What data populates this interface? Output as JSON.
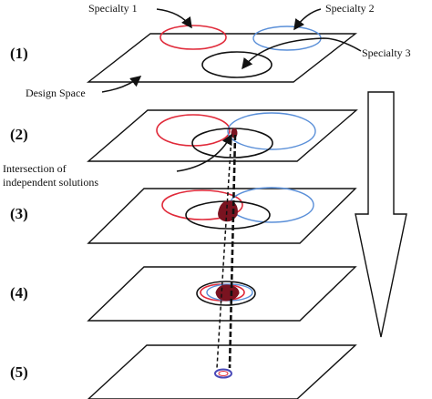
{
  "steps": [
    "(1)",
    "(2)",
    "(3)",
    "(4)",
    "(5)"
  ],
  "labels": {
    "specialty1": "Specialty 1",
    "specialty2": "Specialty 2",
    "specialty3": "Specialty 3",
    "design_space": "Design Space",
    "intersection_line1": "Intersection of",
    "intersection_line2": "independent solutions"
  },
  "colors": {
    "specialty1": "#e02a3a",
    "specialty2": "#5a8fd8",
    "specialty3": "#111111",
    "solution": "#7a1320",
    "small_region": "#4a4ab8"
  }
}
